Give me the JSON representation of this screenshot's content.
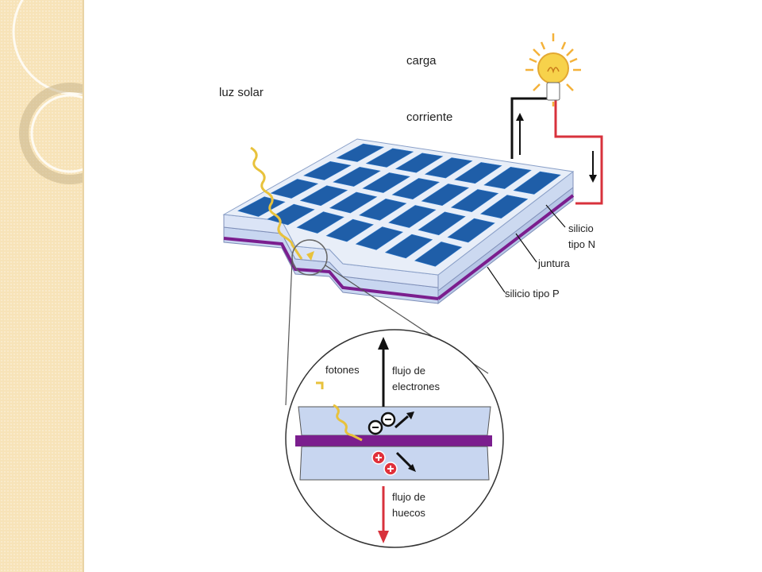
{
  "labels": {
    "sunlight": "luz solar",
    "load": "carga",
    "current": "corriente",
    "n_silicon_1": "silicio",
    "n_silicon_2": "tipo N",
    "junction": "juntura",
    "p_silicon": "silicio tipo P",
    "photons": "fotones",
    "electron_flow_1": "flujo de",
    "electron_flow_2": "electrones",
    "hole_flow_1": "flujo de",
    "hole_flow_2": "huecos"
  },
  "colors": {
    "cell_blue": "#1f5ea8",
    "panel_gray": "#c8d6f0",
    "junction_purple": "#7b1e8e",
    "wire_red": "#d8323c",
    "wire_black": "#111111",
    "photon_yellow": "#e8c23c",
    "bulb_yellow": "#f7d24b",
    "sidebar": "#f7e3b8"
  }
}
